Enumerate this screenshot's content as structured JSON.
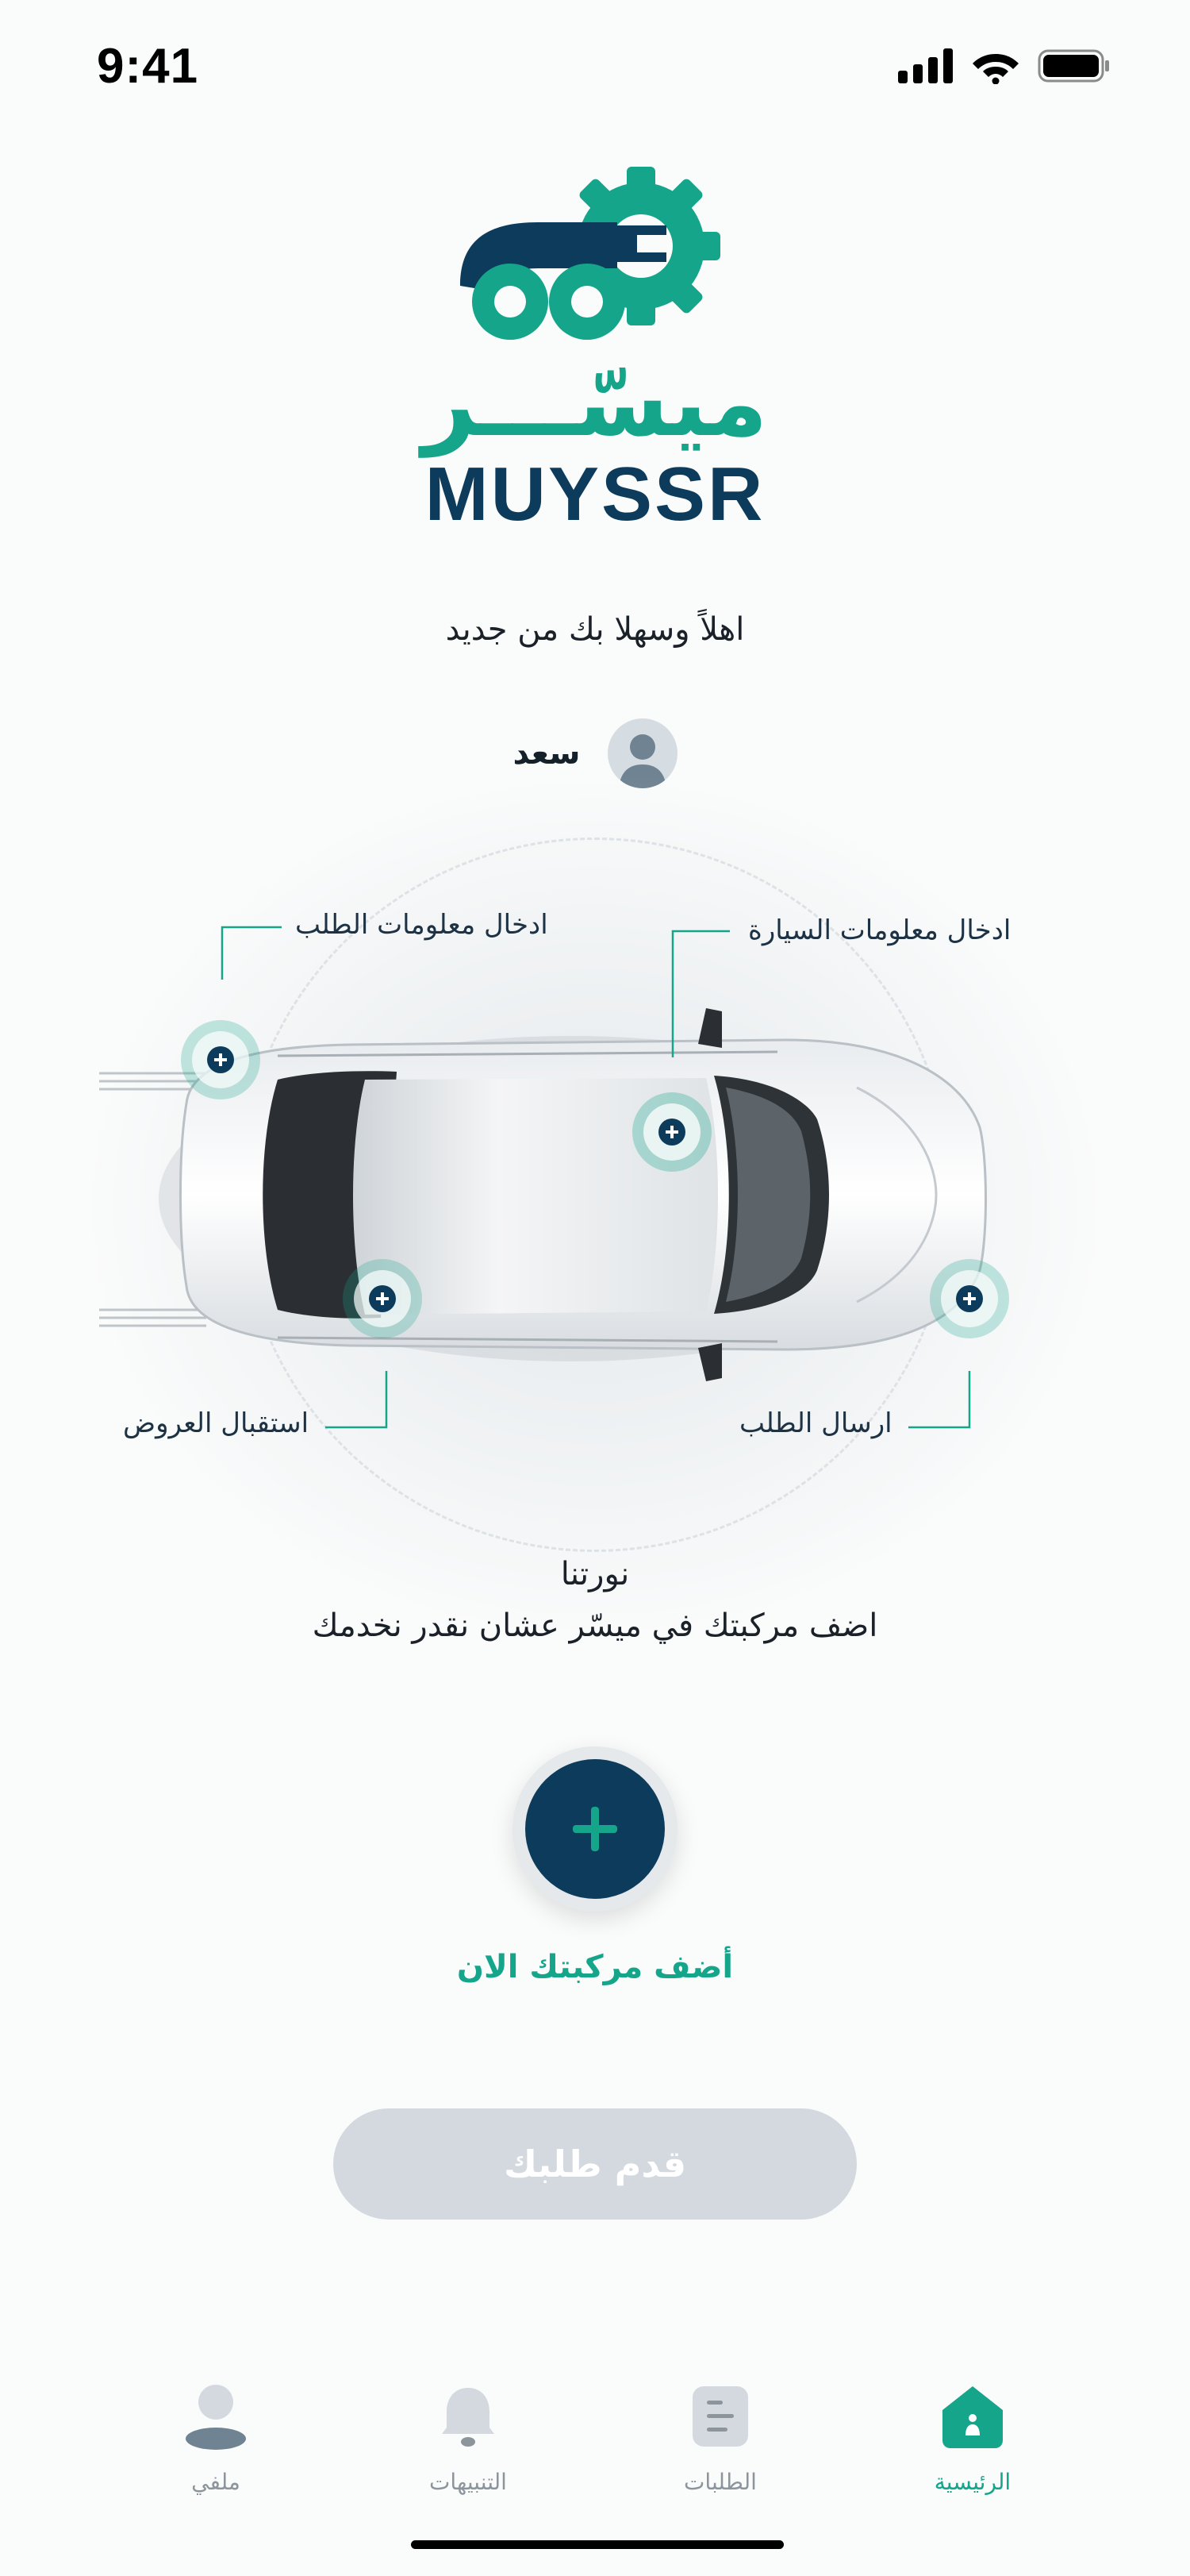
{
  "status_bar": {
    "time": "9:41"
  },
  "brand": {
    "name_ar": "ميسّـــر",
    "name_en": "MUYSSR"
  },
  "greeting": "اهلاً وسهلا بك من جديد",
  "user": {
    "name": "سعد"
  },
  "features": {
    "order_info": "ادخال معلومات الطلب",
    "car_info": "ادخال معلومات السيارة",
    "receive_offers": "استقبال العروض",
    "send_order": "ارسال الطلب"
  },
  "tip": {
    "line1": "نورتنا",
    "line2": "اضف مركبتك في ميسّر عشان نقدر نخدمك"
  },
  "add_vehicle": {
    "label": "أضف مركبتك الان"
  },
  "submit": {
    "label": "قدم طلبك"
  },
  "tabs": [
    {
      "label": "الرئيسية",
      "icon": "home-icon",
      "active": true
    },
    {
      "label": "الطلبات",
      "icon": "orders-icon",
      "active": false
    },
    {
      "label": "التنبيهات",
      "icon": "bell-icon",
      "active": false
    },
    {
      "label": "ملفي",
      "icon": "profile-icon",
      "active": false
    }
  ],
  "colors": {
    "primary": "#0d3b5b",
    "accent": "#14a58a",
    "disabled": "#d3d9de",
    "inactive": "#8d959c"
  }
}
